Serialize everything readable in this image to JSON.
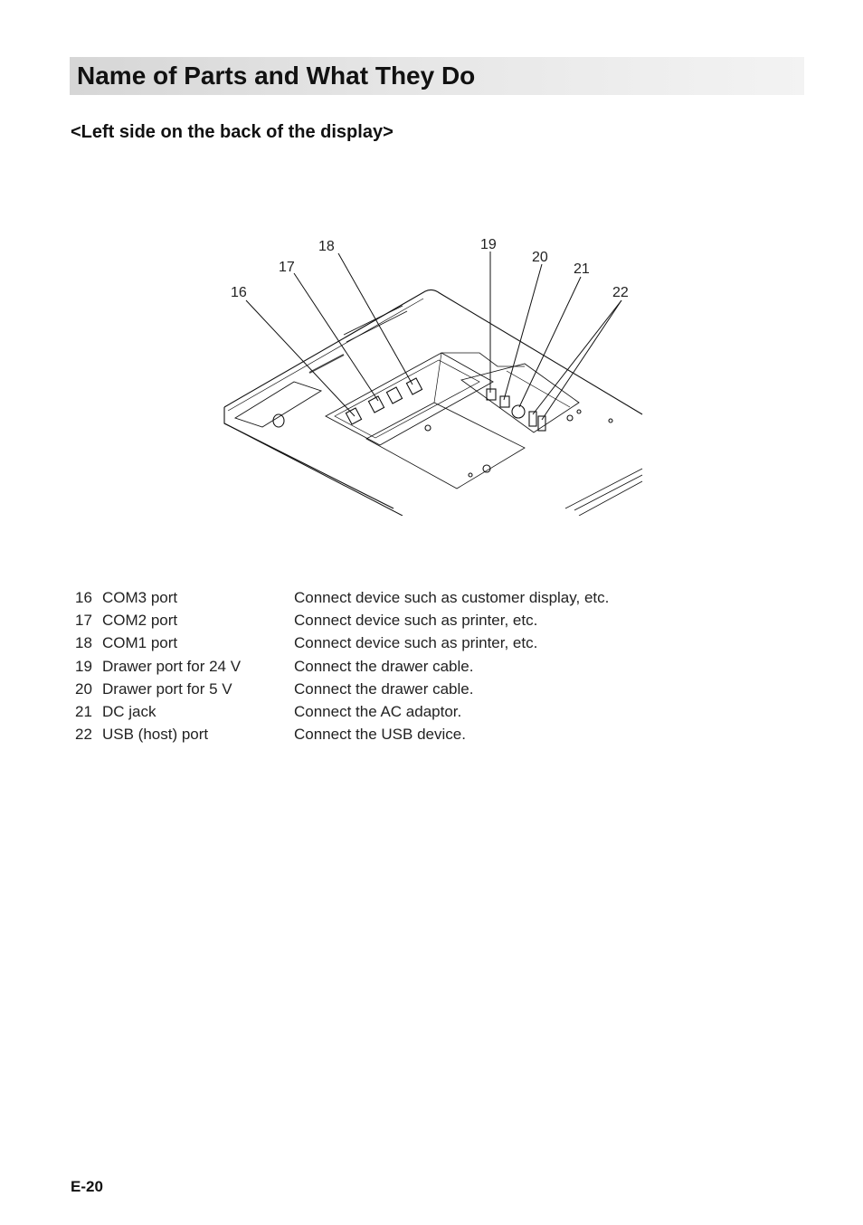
{
  "header": {
    "title": "Name of Parts and What They Do"
  },
  "section": {
    "subtitle": "<Left side on the back of the display>"
  },
  "figure": {
    "callouts": [
      "16",
      "17",
      "18",
      "19",
      "20",
      "21",
      "22"
    ]
  },
  "parts": [
    {
      "num": "16",
      "name": "COM3 port",
      "description": "Connect device such as customer display, etc."
    },
    {
      "num": "17",
      "name": "COM2 port",
      "description": "Connect device such as printer, etc."
    },
    {
      "num": "18",
      "name": "COM1 port",
      "description": "Connect device such as printer, etc."
    },
    {
      "num": "19",
      "name": "Drawer port for 24 V",
      "description": "Connect the drawer cable."
    },
    {
      "num": "20",
      "name": "Drawer port for 5 V",
      "description": "Connect the drawer cable."
    },
    {
      "num": "21",
      "name": "DC jack",
      "description": "Connect the AC adaptor."
    },
    {
      "num": "22",
      "name": "USB (host) port",
      "description": "Connect the USB device."
    }
  ],
  "footer": {
    "page_number": "E-20"
  }
}
